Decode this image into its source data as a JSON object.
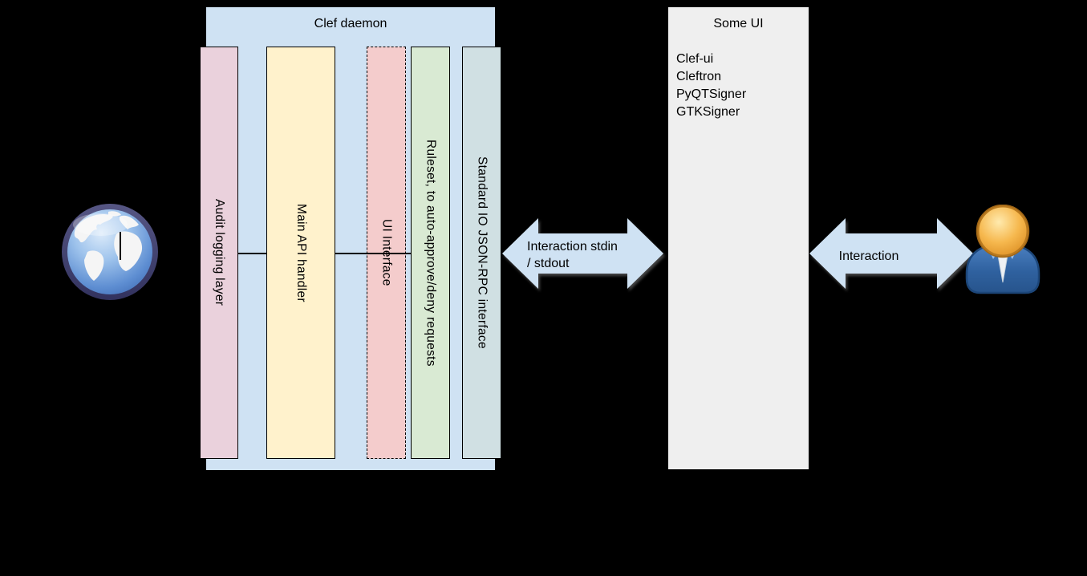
{
  "background_color": "#000000",
  "clef_daemon": {
    "title": "Clef daemon",
    "fill": "#cfe2f3",
    "layers": [
      {
        "label": "Audit logging layer",
        "fill": "#ead1dc",
        "border": "solid"
      },
      {
        "label": "Main API handler",
        "fill": "#fff2cc",
        "border": "solid"
      },
      {
        "label": "UI Interface",
        "fill": "#f4cccc",
        "border": "dashed"
      },
      {
        "label": "Ruleset, to auto-approve/deny requests",
        "fill": "#d9ead3",
        "border": "solid"
      },
      {
        "label": "Standard IO JSON-RPC interface",
        "fill": "#d0e0e3",
        "border": "solid"
      }
    ]
  },
  "some_ui": {
    "title": "Some UI",
    "fill": "#efefef",
    "items": [
      "Clef-ui",
      "Cleftron",
      "PyQTSigner",
      "GTKSigner"
    ]
  },
  "arrows": {
    "fill": "#cfe2f3",
    "left": {
      "line1": "Interaction stdin",
      "line2": "/ stdout"
    },
    "right": {
      "label": "Interaction"
    }
  },
  "icons": {
    "globe": "internet-globe",
    "user": "end-user"
  }
}
